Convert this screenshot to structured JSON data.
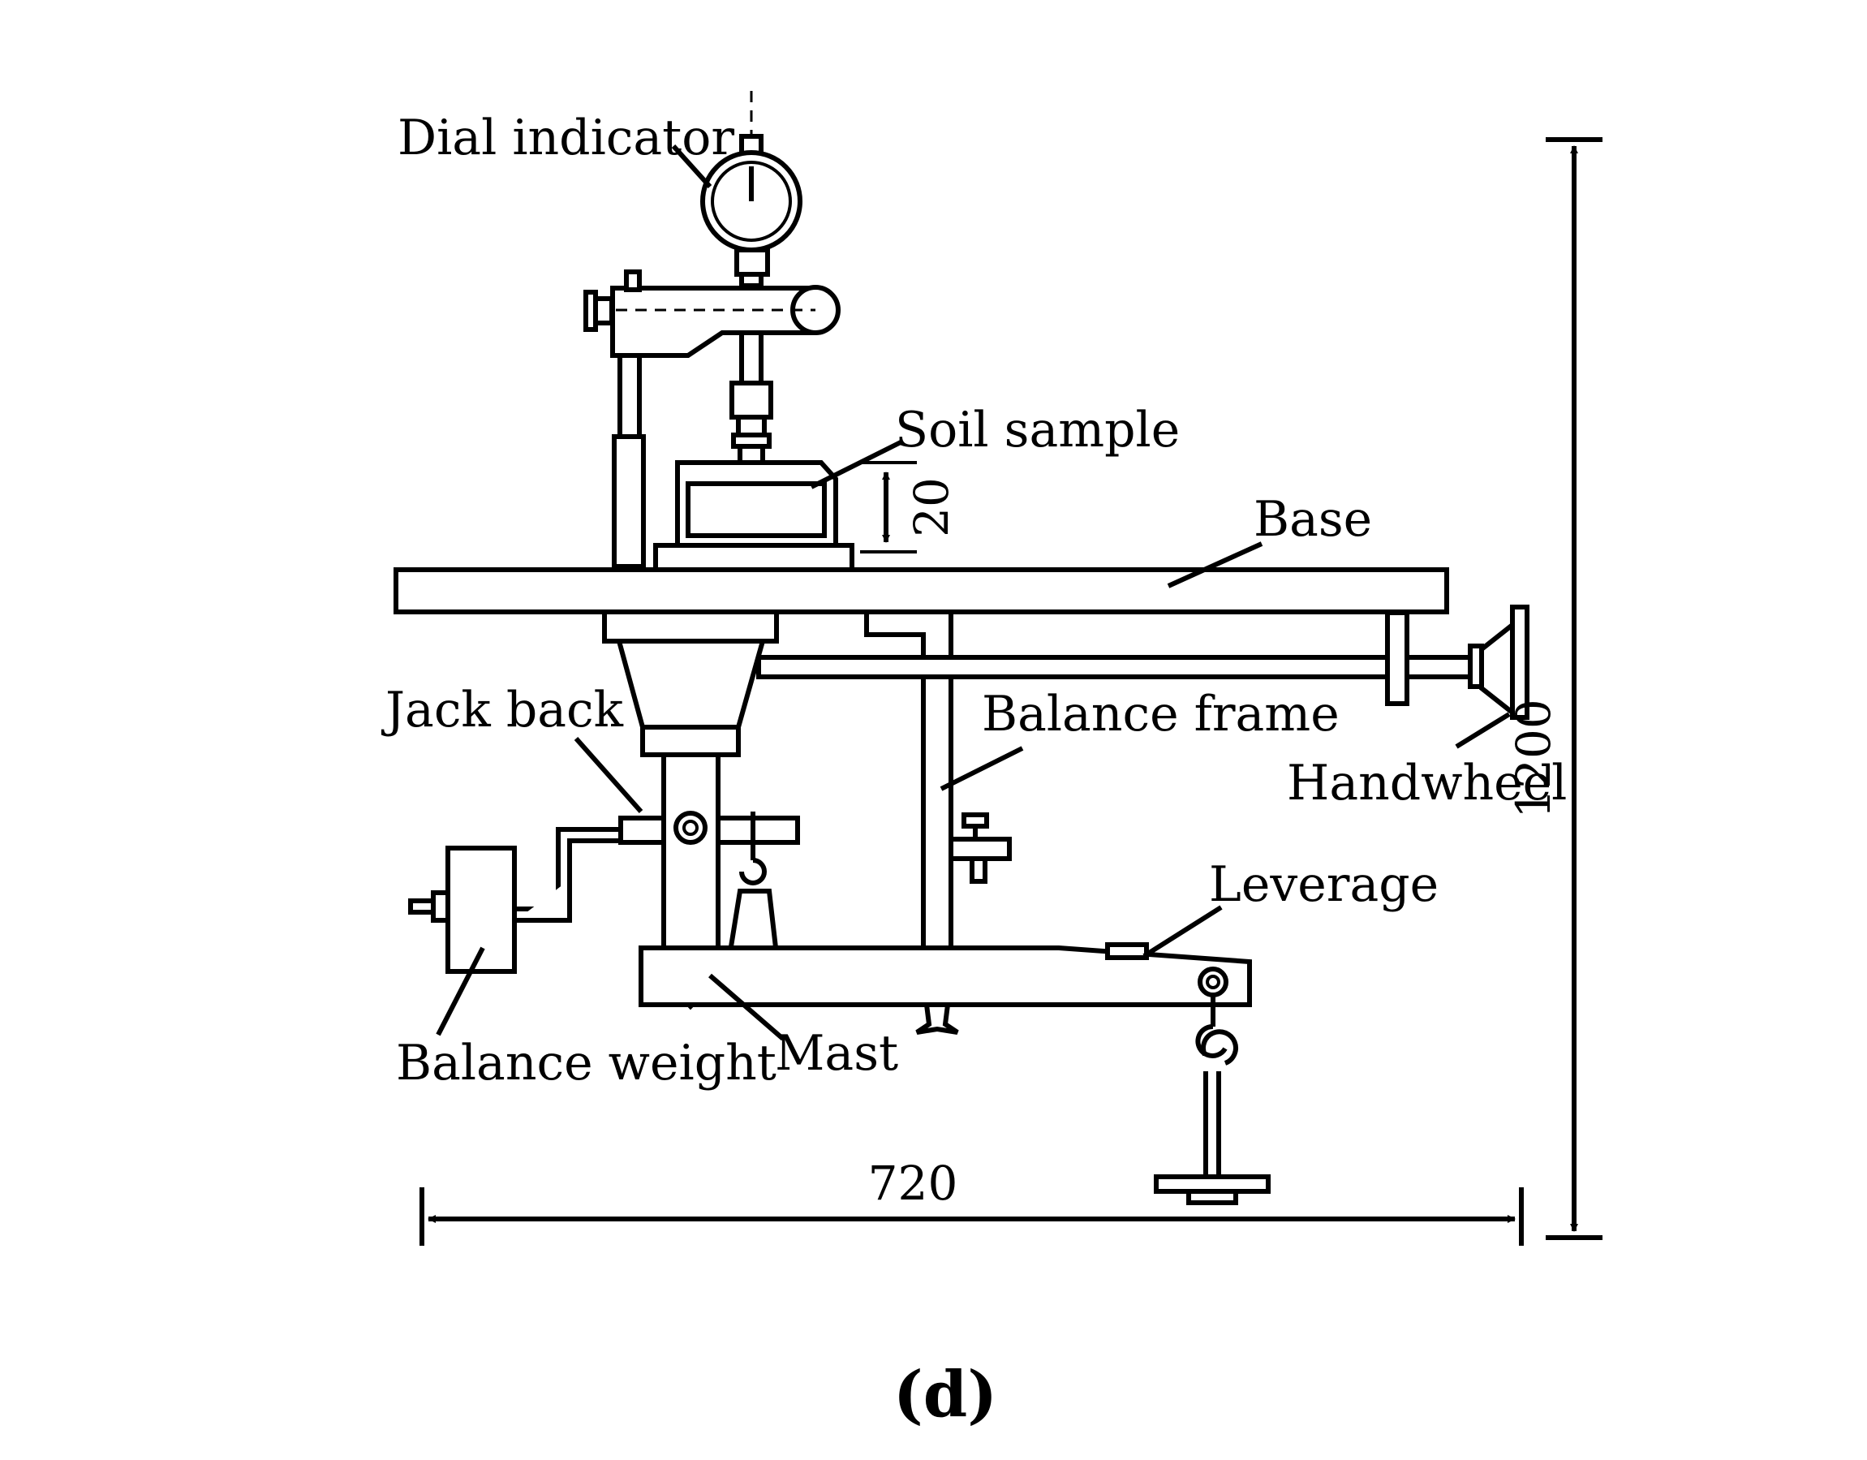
{
  "labels": {
    "dial_indicator": "Dial indicator",
    "soil_sample": "Soil sample",
    "base": "Base",
    "jack_back": "Jack back",
    "balance_frame": "Balance frame",
    "handwheel": "Handwheel",
    "leverage": "Leverage",
    "balance_weight": "Balance weight",
    "mast": "Mast"
  },
  "dimensions": {
    "sample_height": "20",
    "total_height": "1200",
    "total_width": "720"
  },
  "caption": "(d)"
}
